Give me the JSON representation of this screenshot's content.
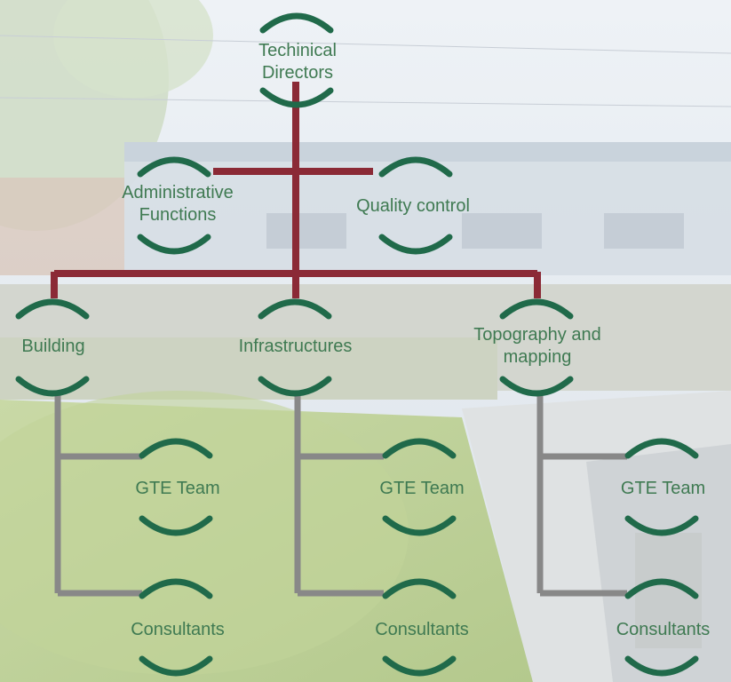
{
  "colors": {
    "arc": "#206a4a",
    "upper_connector": "#8b2a36",
    "lower_connector": "#888888",
    "label": "#3f7a52"
  },
  "nodes": {
    "technical_directors": "Techinical\nDirectors",
    "administrative_functions": "Administrative\nFunctions",
    "quality_control": "Quality control",
    "building": "Building",
    "infrastructures": "Infrastructures",
    "topography": "Topography and\nmapping",
    "gte_team_1": "GTE Team",
    "consultants_1": "Consultants",
    "gte_team_2": "GTE Team",
    "consultants_2": "Consultants",
    "gte_team_3": "GTE Team",
    "consultants_3": "Consultants"
  }
}
